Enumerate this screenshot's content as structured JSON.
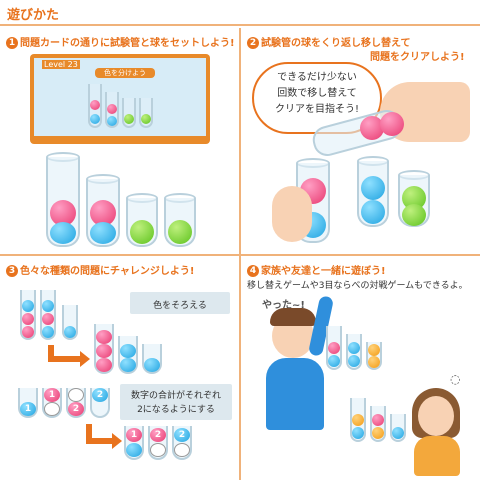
{
  "header": {
    "title": "遊びかた"
  },
  "steps": [
    {
      "num": "1",
      "text": "問題カードの通りに試験管と球をセットしよう!"
    },
    {
      "num": "2",
      "text": "試験管の球をくり返し移し替えて"
    },
    {
      "num": "3",
      "text": "色々な種類の問題にチャレンジしよう!"
    },
    {
      "num": "4",
      "text": "家族や友達と一緒に遊ぼう!"
    }
  ],
  "step2_line2": "問題をクリアしよう!",
  "card": {
    "level_label": "Level",
    "level_num": "23",
    "center": "色を分けよう"
  },
  "bubble": {
    "line1": "できるだけ少ない",
    "line2": "回数で移し替えて",
    "line3": "クリアを目指そう!"
  },
  "step3": {
    "label1": "色をそろえる",
    "label2_line1": "数字の合計がそれぞれ",
    "label2_line2": "2になるようにする",
    "n1": "1",
    "n2": "1",
    "n3": "2",
    "n4": "2",
    "m1": "1",
    "m2": "2",
    "m3": "2"
  },
  "step4": {
    "desc": "移し替えゲームや3目ならべの対戦ゲームもできるよ。",
    "shout": "やった~!"
  },
  "colors": {
    "accent": "#e8731e",
    "divider": "#f0b27a"
  }
}
